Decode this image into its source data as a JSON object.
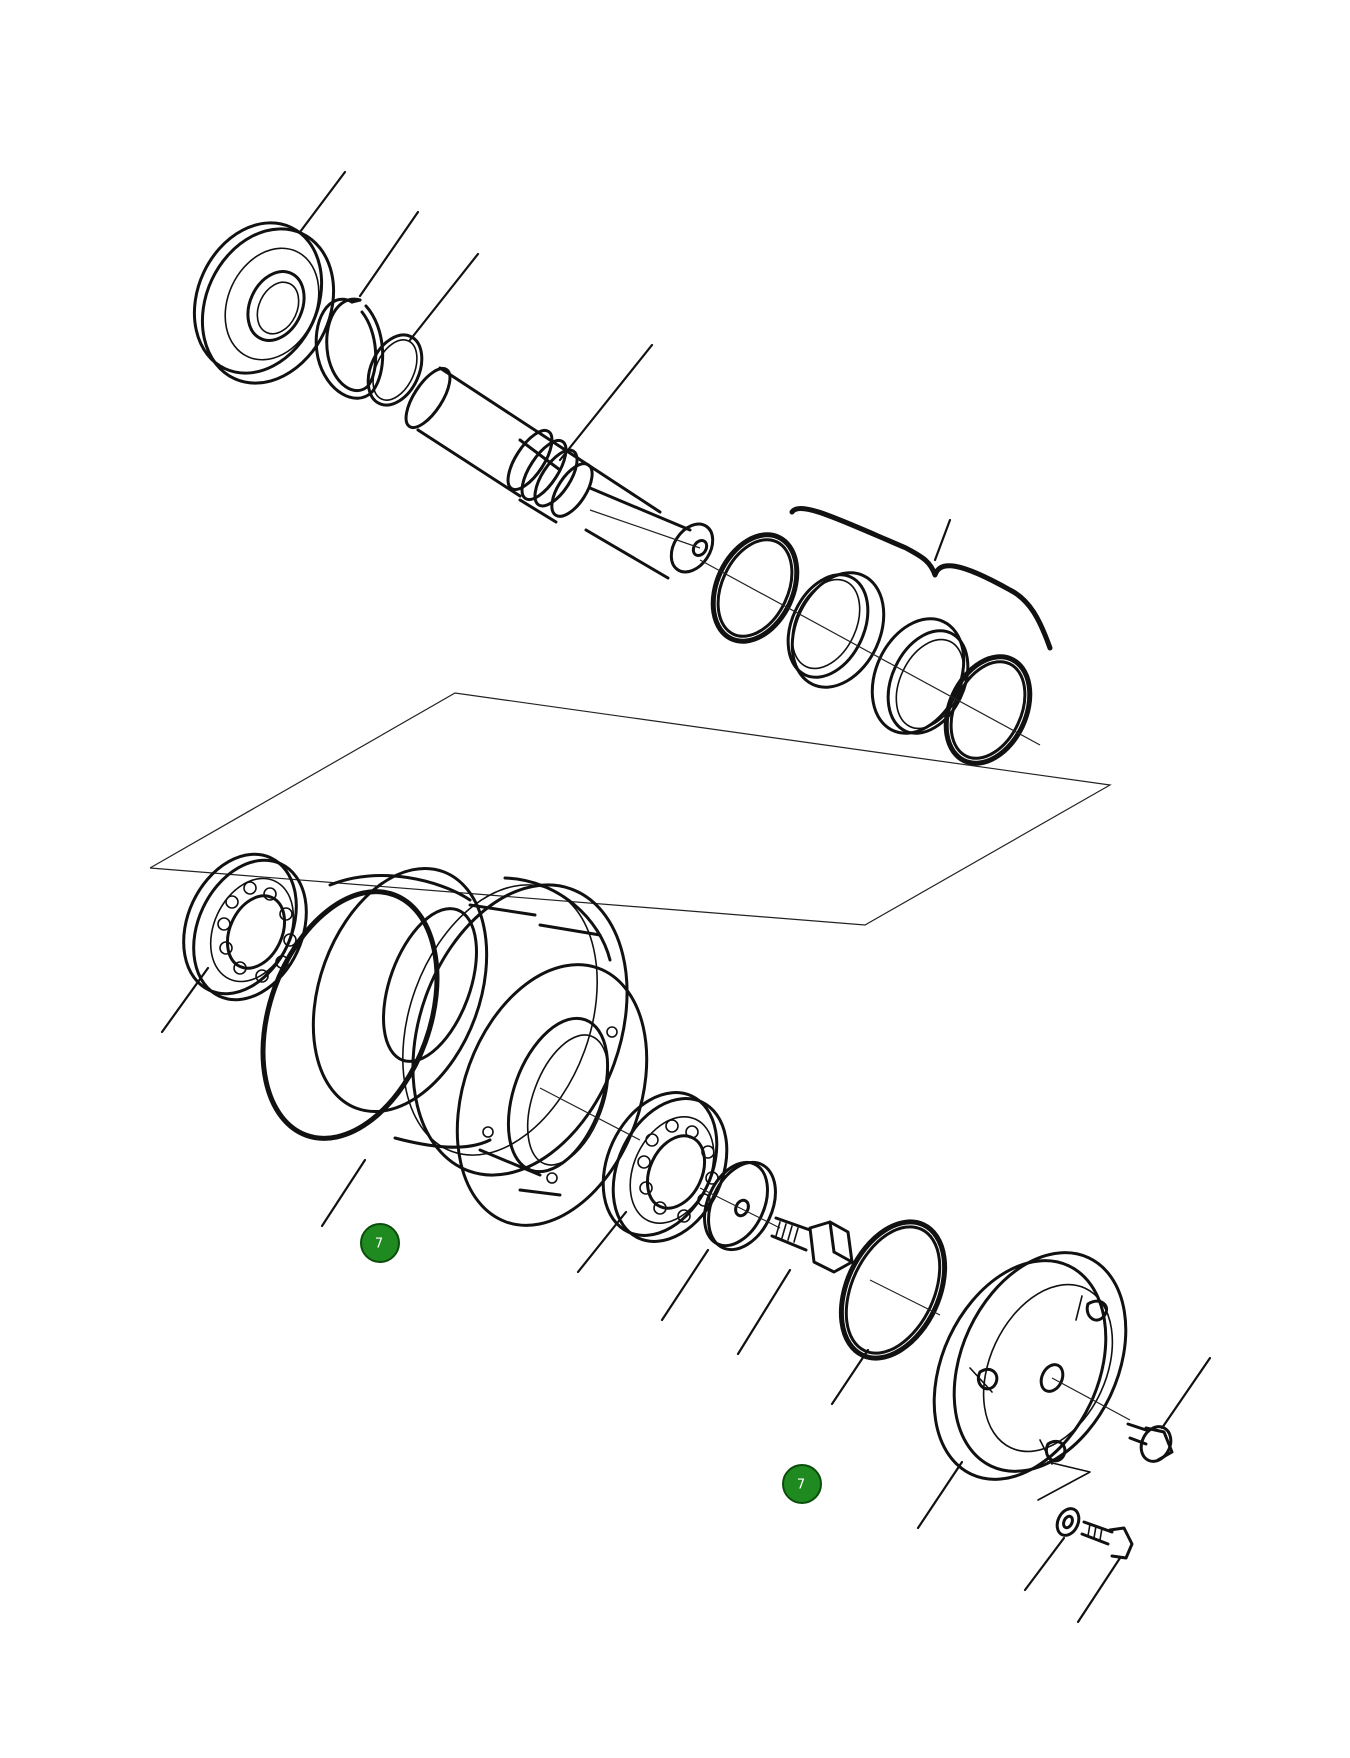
{
  "callouts": [
    {
      "id": "callout-a",
      "label": "7",
      "color": "#1f8a1f"
    },
    {
      "id": "callout-b",
      "label": "7",
      "color": "#1f8a1f"
    }
  ],
  "icons": [
    "ball-bearing-icon",
    "snap-ring-icon",
    "o-ring-icon",
    "shaft-icon",
    "seal-kit-icon",
    "roller-shell-icon",
    "washer-icon",
    "bolt-icon",
    "end-cap-icon",
    "cap-screw-icon"
  ]
}
